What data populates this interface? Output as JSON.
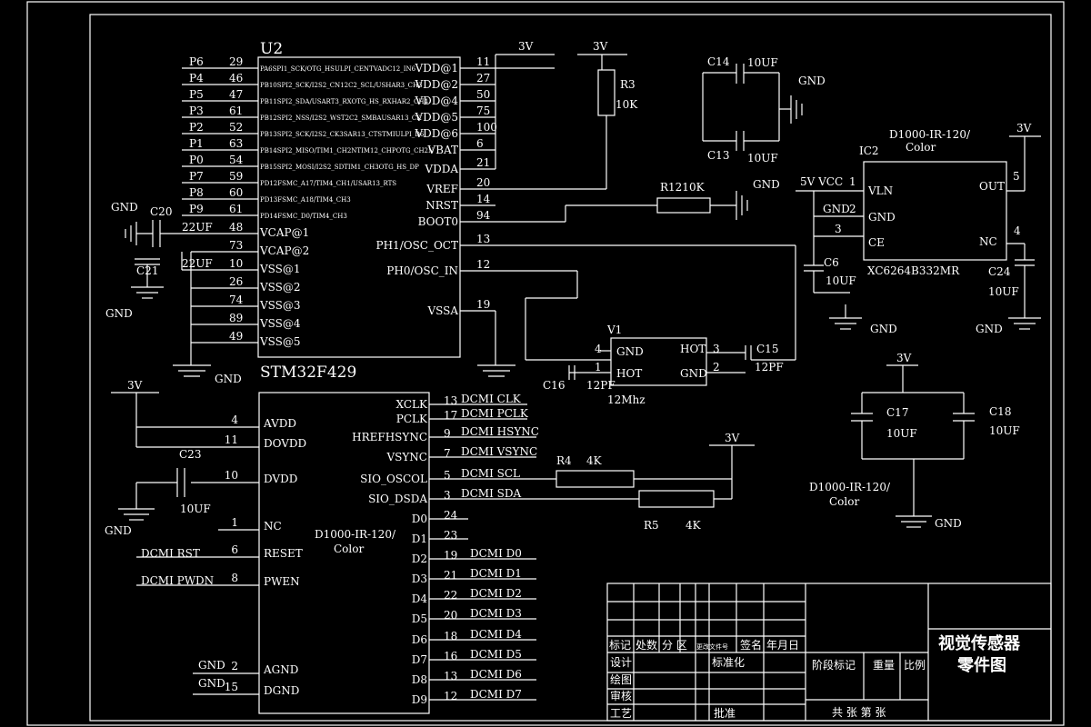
{
  "u2": {
    "ref": "U2",
    "part": "STM32F429",
    "left_pins": [
      {
        "net": "P6",
        "num": "29",
        "name": "PA6SPI1_SCK/OTG_HSULPI_CENTVADC12_IN6"
      },
      {
        "net": "P4",
        "num": "46",
        "name": "PB10SPI2_SCK/I2S2_CN12C2_SCL/USHAR3_CH3"
      },
      {
        "net": "P5",
        "num": "47",
        "name": "PB11SPI2_SDA/USART3_RXOTG_HS_RXHAR2_CH4"
      },
      {
        "net": "P3",
        "num": "61",
        "name": "PB12SPI2_NSS/I2S2_WST2C2_SMBAUSAR13_CK"
      },
      {
        "net": "P2",
        "num": "52",
        "name": "PB13SPI2_SCK/I2S2_CK3SAR13_CTSTMIULPI_D6"
      },
      {
        "net": "P1",
        "num": "63",
        "name": "PB14SPI2_MISO/TIM1_CH2NTIM12_CHPOTG_CH2N"
      },
      {
        "net": "P0",
        "num": "54",
        "name": "PB15SPI2_MOSI/I2S2_SDTIM1_CH3OTG_HS_DP"
      },
      {
        "net": "P7",
        "num": "59",
        "name": "PD12FSMC_A17/TIM4_CH1/USAR13_RTS"
      },
      {
        "net": "P8",
        "num": "60",
        "name": "PD13FSMC_A18/TIM4_CH3"
      },
      {
        "net": "P9",
        "num": "61",
        "name": "PD14FSMC_D0/TIM4_CH3"
      },
      {
        "net": "22UF",
        "num": "48",
        "name": "VCAP@1"
      },
      {
        "net": "",
        "num": "73",
        "name": "VCAP@2"
      },
      {
        "net": "22UF",
        "num": "10",
        "name": "VSS@1"
      },
      {
        "net": "",
        "num": "26",
        "name": "VSS@2"
      },
      {
        "net": "",
        "num": "74",
        "name": "VSS@3"
      },
      {
        "net": "",
        "num": "89",
        "name": "VSS@4"
      },
      {
        "net": "",
        "num": "49",
        "name": "VSS@5"
      }
    ],
    "right_pins": [
      {
        "name": "VDD@1",
        "num": "11"
      },
      {
        "name": "VDD@2",
        "num": "27"
      },
      {
        "name": "VDD@4",
        "num": "50"
      },
      {
        "name": "VDD@5",
        "num": "75"
      },
      {
        "name": "VDD@6",
        "num": "100"
      },
      {
        "name": "VBAT",
        "num": "6"
      },
      {
        "name": "VDDA",
        "num": "21"
      },
      {
        "name": "VREF",
        "num": "20"
      },
      {
        "name": "NRST",
        "num": "14"
      },
      {
        "name": "BOOT0",
        "num": "94"
      },
      {
        "name": "PH1/OSC_OCT",
        "num": "13"
      },
      {
        "name": "PH0/OSC_IN",
        "num": "12"
      },
      {
        "name": "VSSA",
        "num": "19"
      }
    ]
  },
  "cam": {
    "label": "D1000-IR-120/",
    "label2": "Color",
    "left_pins": [
      {
        "name": "AVDD",
        "num": "4"
      },
      {
        "name": "DOVDD",
        "num": "11"
      },
      {
        "name": "DVDD",
        "num": "10"
      },
      {
        "name": "NC",
        "num": "1"
      },
      {
        "name": "RESET",
        "num": "6"
      },
      {
        "name": "PWEN",
        "num": "8"
      },
      {
        "name": "AGND",
        "num": "2"
      },
      {
        "name": "DGND",
        "num": "15"
      }
    ],
    "right_pins": [
      {
        "name": "XCLK",
        "num": "13",
        "net": "DCMI  CLK"
      },
      {
        "name": "PCLK",
        "num": "17",
        "net": "DCMI  PCLK"
      },
      {
        "name": "HREFHSYNC",
        "num": "9",
        "net": "DCMI  HSYNC"
      },
      {
        "name": "VSYNC",
        "num": "7",
        "net": "DCMI  VSYNC"
      },
      {
        "name": "SIO_OSCOL",
        "num": "5",
        "net": "DCMI  SCL"
      },
      {
        "name": "SIO_DSDA",
        "num": "3",
        "net": "DCMI  SDA"
      },
      {
        "name": "D0",
        "num": "24",
        "net": ""
      },
      {
        "name": "D1",
        "num": "23",
        "net": ""
      },
      {
        "name": "D2",
        "num": "19",
        "net": "DCMI  D0"
      },
      {
        "name": "D3",
        "num": "21",
        "net": "DCMI  D1"
      },
      {
        "name": "D4",
        "num": "22",
        "net": "DCMI  D2"
      },
      {
        "name": "D5",
        "num": "20",
        "net": "DCMI  D3"
      },
      {
        "name": "D6",
        "num": "18",
        "net": "DCMI  D4"
      },
      {
        "name": "D7",
        "num": "16",
        "net": "DCMI  D5"
      },
      {
        "name": "D8",
        "num": "13",
        "net": "DCMI  D6"
      },
      {
        "name": "D9",
        "num": "12",
        "net": "DCMI  D7"
      }
    ],
    "dcmi_rst": "DCMI RST",
    "dcmi_pwdn": "DCMI PWDN",
    "gnd": "GND"
  },
  "ic2": {
    "ref": "IC2",
    "part": "XC6264B332MR",
    "header": "D1000-IR-120/",
    "header2": "Color",
    "pin_vln": "VLN",
    "pin_gnd": "GND",
    "pin_ce": "CE",
    "pin_out": "OUT",
    "pin_nc": "NC",
    "num1": "1",
    "num2": "2",
    "num3": "3",
    "num4": "4",
    "num5": "5",
    "vcc": "5V  VCC",
    "gnd_label": "GND"
  },
  "labels": {
    "v3": "3V",
    "gnd": "GND",
    "r3": "R3",
    "r3_val": "10K",
    "r12": "R1210K",
    "c14": "C14",
    "c14_val": "10UF",
    "c13": "C13",
    "c13_val": "10UF",
    "c20": "C20",
    "c21": "C21",
    "c6": "C6",
    "c6_val": "10UF",
    "c24": "C24",
    "c24_val": "10UF",
    "c15": "C15",
    "c15_val": "12PF",
    "c16": "C16",
    "c16_val": "12PF",
    "c17": "C17",
    "c17_val": "10UF",
    "c18": "C18",
    "c18_val": "10UF",
    "c23": "C23",
    "c23_val": "10UF",
    "v1": "V1",
    "v1_freq": "12Mhz",
    "v1_gnd": "GND",
    "v1_hot": "HOT",
    "v1_n1": "1",
    "v1_n2": "2",
    "v1_n3": "3",
    "v1_n4": "4",
    "r4": "R4",
    "r4_val": "4K",
    "r5": "R5",
    "r5_val": "4K",
    "cam_bottom": "D1000-IR-120/",
    "cam_bottom2": "Color"
  },
  "title_block": {
    "title_line1": "视觉传感器",
    "title_line2": "零件图",
    "row_header": [
      "标记",
      "处数",
      "分  区",
      "更改文件号",
      "签名",
      "年月日"
    ],
    "design": "设计",
    "standard": "标准化",
    "drawing": "绘图",
    "check": "审核",
    "process": "工艺",
    "approve": "批准",
    "stage": "阶段标记",
    "weight": "重量",
    "scale": "比例",
    "sheets": "共  张  第  张"
  }
}
